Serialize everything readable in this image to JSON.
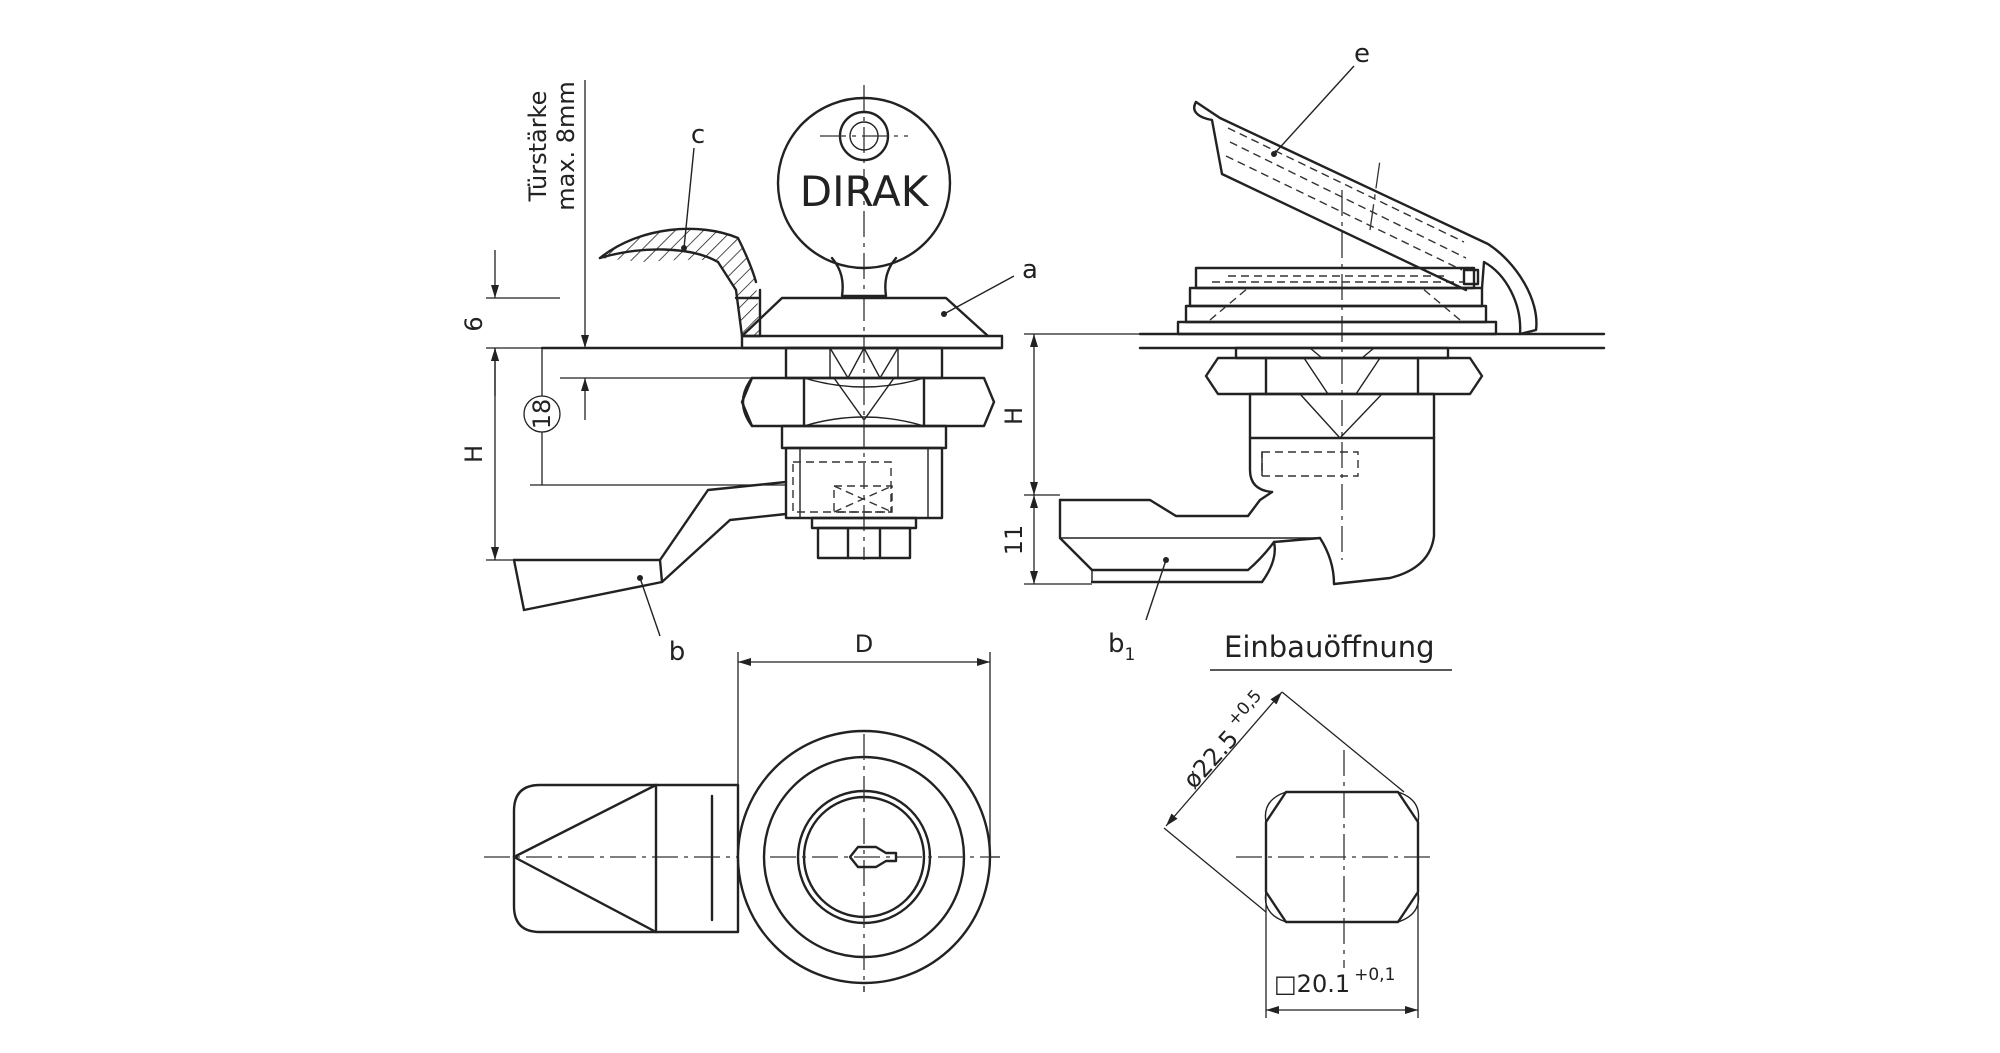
{
  "labels": {
    "a": "a",
    "b": "b",
    "b1_main": "b",
    "b1_sub": "1",
    "c": "c",
    "e": "e"
  },
  "key_text": "DIRAK",
  "door_thickness": {
    "line1": "Türstärke",
    "line2": "max. 8mm"
  },
  "dimensions": {
    "dim_6": "6",
    "dim_18": "18",
    "dim_H_left": "H",
    "dim_H_right": "H",
    "dim_11": "11",
    "dim_D": "D",
    "diameter": "ø22.5",
    "diameter_tol": "+0,5",
    "square": "□20.1",
    "square_tol": "+0,1"
  },
  "cutout_title": "Einbauöffnung"
}
